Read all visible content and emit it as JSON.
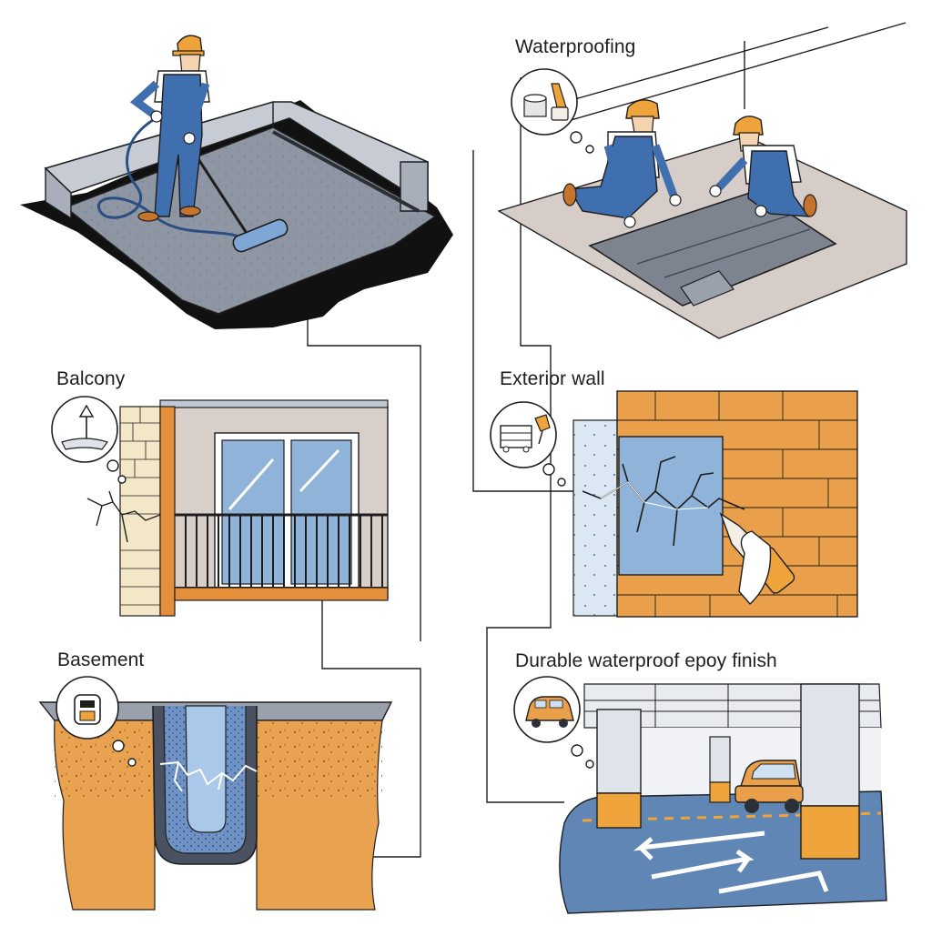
{
  "labels": {
    "waterproofing": "Waterproofing",
    "balcony": "Balcony",
    "exterior_wall": "Exterior wall",
    "basement": "Basement",
    "epoxy_finish": "Durable waterproof epoy finish"
  },
  "colors": {
    "outline": "#1e1e1e",
    "membrane_gray": "#7d8490",
    "worker_blue": "#3f6fae",
    "helmet_orange": "#eea43a",
    "brick_orange": "#eaa04a",
    "glass_blue": "#8fb3d9",
    "soil_orange": "#e9a24f",
    "floor_blue": "#5f86b5"
  },
  "icons": {
    "waterproofing": "paint-bucket-brush-icon",
    "balcony": "slope-arrow-icon",
    "exterior_wall": "scaffold-sealant-icon",
    "basement": "sump-pump-icon",
    "epoxy_finish": "car-icon"
  }
}
